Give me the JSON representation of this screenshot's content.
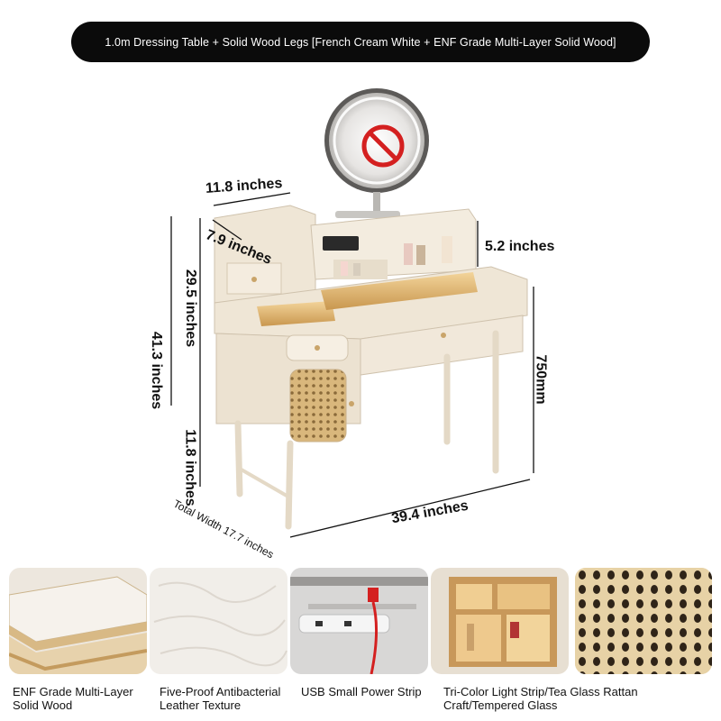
{
  "title": "1.0m Dressing Table + Solid Wood Legs [French Cream White + ENF Grade Multi-Layer Solid Wood]",
  "dimensions": {
    "top_depth": "11.8 inches",
    "shelf_depth": "7.9 inches",
    "side_height": "29.5 inches",
    "total_height": "41.3 inches",
    "mirror_stand": "5.2 inches",
    "table_height": "750mm",
    "leg_height": "11.8 inches",
    "total_width": "Total Width 17.7 inches",
    "width": "39.4 inches"
  },
  "features": [
    {
      "icon": "plywood-layers-icon",
      "caption": "ENF Grade Multi-Layer Solid Wood"
    },
    {
      "icon": "leather-texture-icon",
      "caption": "Five-Proof Antibacterial Leather Texture"
    },
    {
      "icon": "usb-power-strip-icon",
      "caption": "USB Small Power Strip"
    },
    {
      "icon": "light-drawer-icon",
      "caption": "Tri-Color Light Strip/Tea Glass"
    },
    {
      "icon": "rattan-weave-icon",
      "caption": "Rattan Craft/Tempered Glass"
    }
  ],
  "colors": {
    "cream": "#efe6d6",
    "wood": "#c9a46a",
    "pill": "#0b0b0b",
    "mirror_light": "#f4f0ea",
    "no_sign": "#d42020"
  }
}
